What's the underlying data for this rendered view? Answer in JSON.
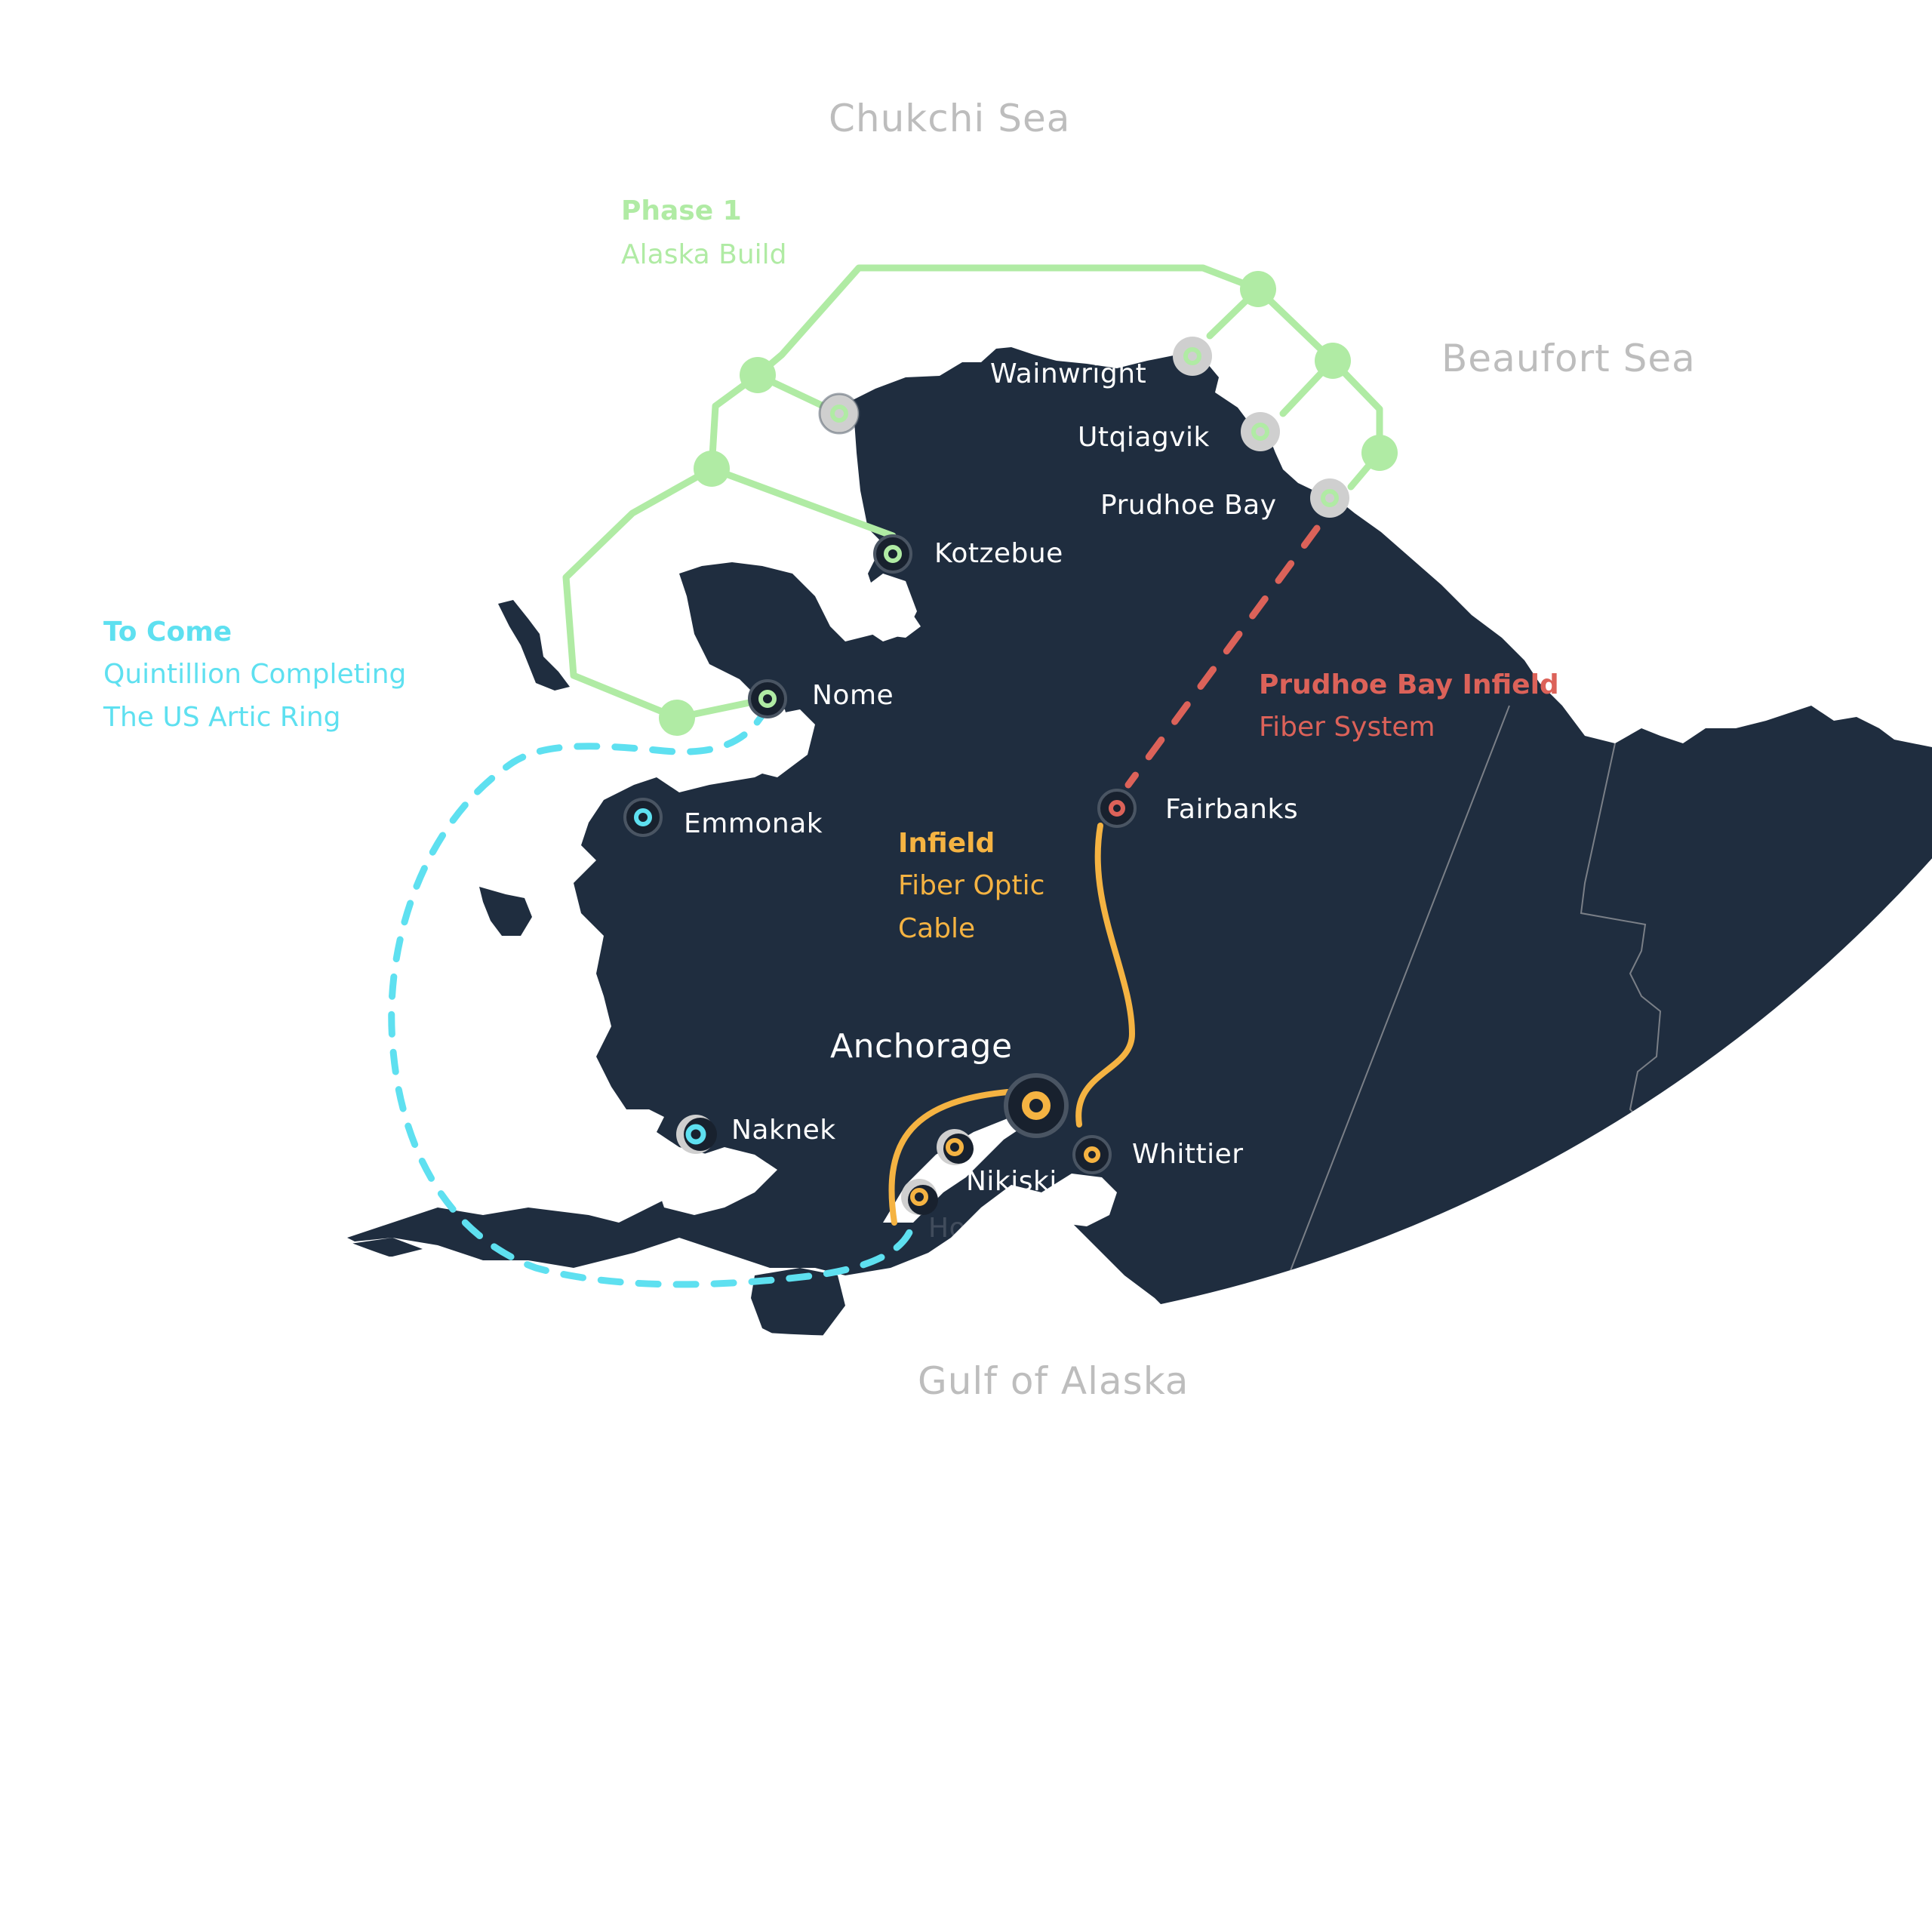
{
  "colors": {
    "land": "#1f2d3f",
    "water": "#ffffff",
    "phase1": "#b0eba4",
    "to_come": "#5ee0f0",
    "infield": "#f5b342",
    "prudhoe_infield": "#dc6259",
    "sea_label": "#bdbdbd",
    "city_label": "#ffffff",
    "node_ring": "#4a5563",
    "node_core": "#18212e",
    "node_halo": "#cfcfcf",
    "border": "#7a7f87"
  },
  "seas": {
    "chukchi": "Chukchi Sea",
    "beaufort": "Beaufort Sea",
    "gulf": "Gulf of Alaska"
  },
  "legend": {
    "phase1": {
      "title": "Phase 1",
      "lines": [
        "Alaska Build"
      ]
    },
    "to_come": {
      "title": "To Come",
      "lines": [
        "Quintillion Completing",
        "The US Artic Ring"
      ]
    },
    "infield": {
      "title": "Infield",
      "lines": [
        "Fiber Optic",
        "Cable"
      ]
    },
    "prudhoe": {
      "title": "Prudhoe Bay Infield",
      "lines": [
        "Fiber System"
      ]
    }
  },
  "cities": [
    {
      "name": "Wainwright",
      "network": "phase1"
    },
    {
      "name": "Utqiagvik",
      "network": "phase1"
    },
    {
      "name": "Prudhoe Bay",
      "network": "phase1"
    },
    {
      "name": "Kotzebue",
      "network": "phase1"
    },
    {
      "name": "Nome",
      "network": "phase1"
    },
    {
      "name": "Emmonak",
      "network": "to_come"
    },
    {
      "name": "Naknek",
      "network": "to_come"
    },
    {
      "name": "Fairbanks",
      "network": "prudhoe_infield"
    },
    {
      "name": "Anchorage",
      "network": "infield"
    },
    {
      "name": "Nikiski",
      "network": "infield"
    },
    {
      "name": "Homer",
      "network": "infield"
    },
    {
      "name": "Whittier",
      "network": "infield"
    }
  ]
}
